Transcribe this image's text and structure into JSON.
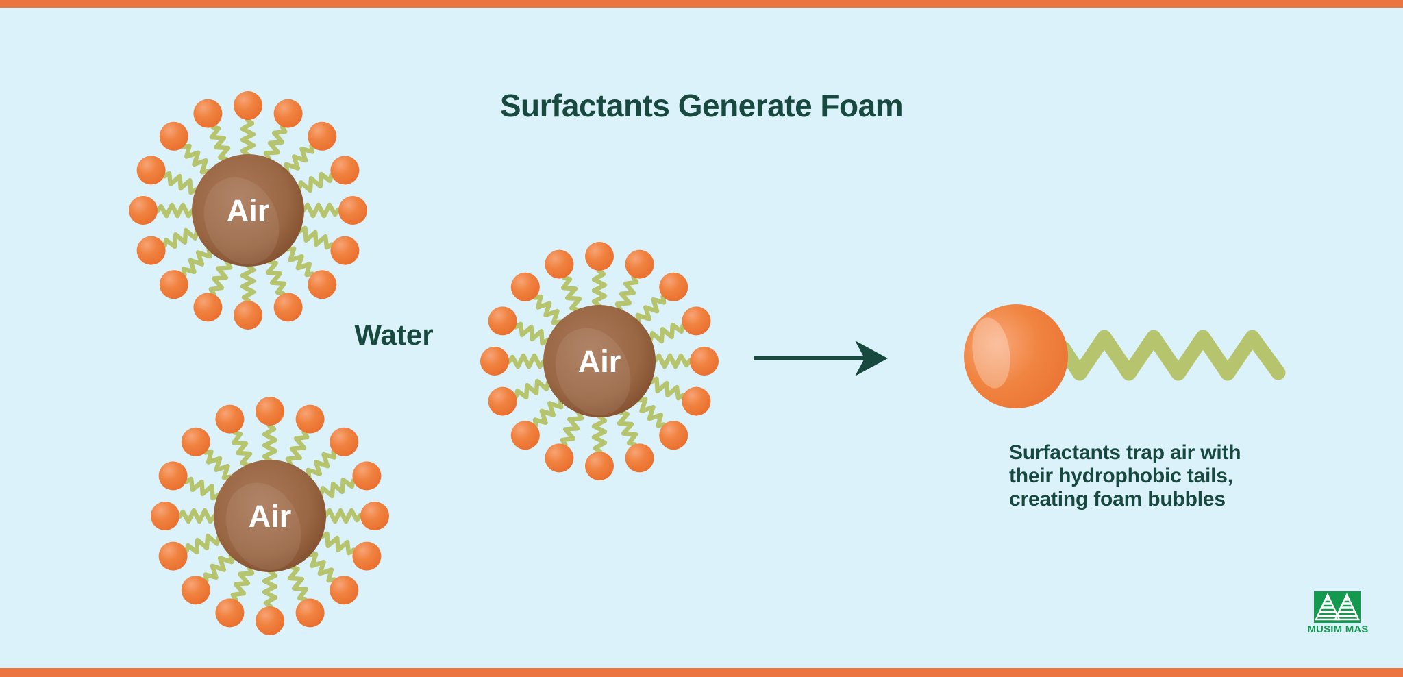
{
  "title": "Surfactants Generate Foam",
  "water_label": "Water",
  "caption": "Surfactants trap air with\ntheir hydrophobic tails,\ncreating foam bubbles",
  "logo": {
    "text": "MUSIM MAS"
  },
  "diagram": {
    "micelles": [
      {
        "label": "Air"
      },
      {
        "label": "Air"
      },
      {
        "label": "Air"
      }
    ],
    "heads_per_micelle": 16
  },
  "colors": {
    "background": "#dbf2fa",
    "border_orange": "#ec7440",
    "text_teal": "#17493f",
    "head_orange": "#ee7a38",
    "tail_green": "#b6c46d",
    "core_brown": "#9a6744",
    "logo_green": "#149a4e",
    "air_text_color": "#ffffff"
  }
}
